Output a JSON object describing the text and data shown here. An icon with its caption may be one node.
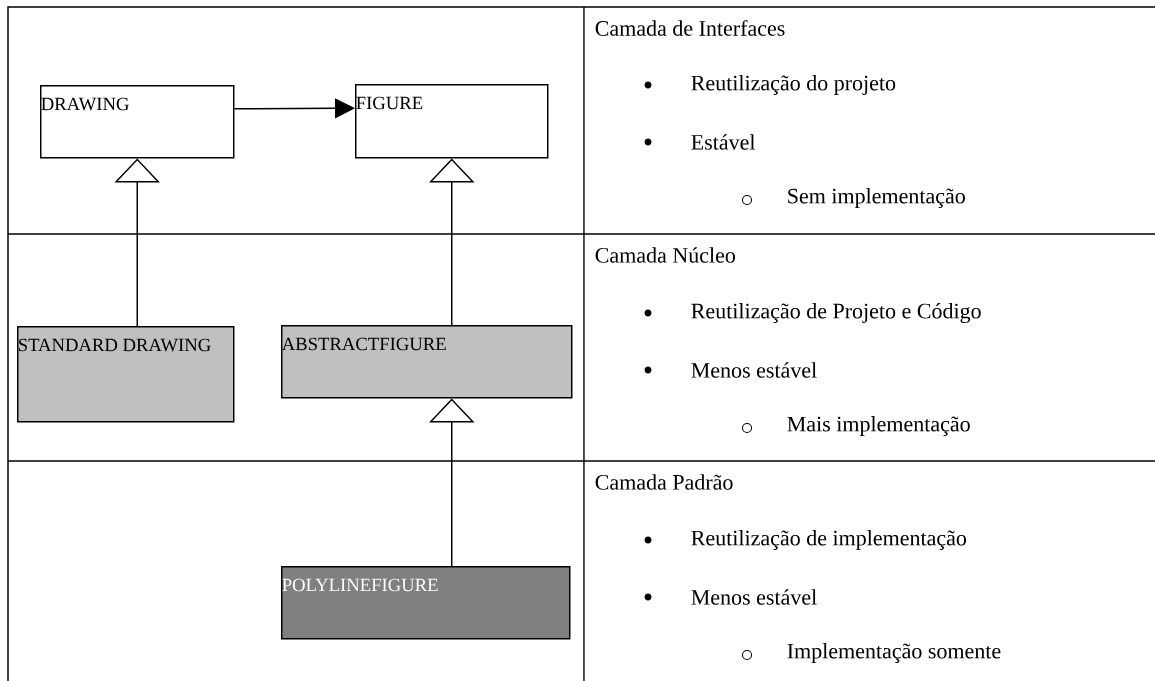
{
  "diagram": {
    "nodes": [
      {
        "text": [
          "DRAWING"
        ]
      },
      {
        "text": [
          "FIGURE"
        ]
      },
      {
        "text": [
          "STANDARD DRAWING"
        ]
      },
      {
        "text": [
          "ABSTRACTFIGURE"
        ]
      },
      {
        "text": [
          "POLYLINEFIGURE"
        ]
      }
    ],
    "edges": [
      {
        "from": 0,
        "to": 1,
        "arrow": "to"
      },
      {
        "from": 2,
        "to": 0,
        "arrow": "to"
      },
      {
        "from": 3,
        "to": 1,
        "arrow": "to"
      },
      {
        "from": 4,
        "to": 3,
        "arrow": "to"
      }
    ],
    "labels": [
      "Camada de Interfaces",
      "Reutilização do projeto",
      "Estável",
      "Sem implementação",
      "Camada Núcleo",
      "Reutilização de Projeto e Código",
      "Menos estável",
      "Mais implementação",
      "Camada Padrão",
      "Reutilização de implementação",
      "Menos estável",
      "Implementação somente"
    ]
  }
}
